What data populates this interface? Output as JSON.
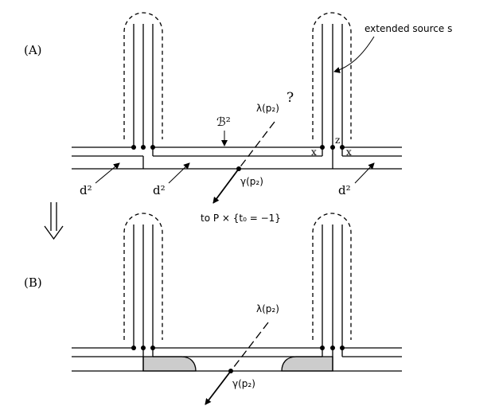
{
  "panels": {
    "A": {
      "label": "(A)"
    },
    "B": {
      "label": "(B)"
    }
  },
  "labels": {
    "extended_source": "extended source s",
    "B2": "ℬ²",
    "lambda_q": "λ(p₂)",
    "lambda_q_b": "λ(p₂)",
    "question": "?",
    "gamma_q": "γ(p₂)",
    "gamma_q_b": "γ(p₂)",
    "d2_left": "d²",
    "d2_mid": "d²",
    "d2_right": "d²",
    "x_left": "x",
    "z": "z",
    "x_right": "x",
    "to_P": "to P × {t₀ = −1}"
  }
}
